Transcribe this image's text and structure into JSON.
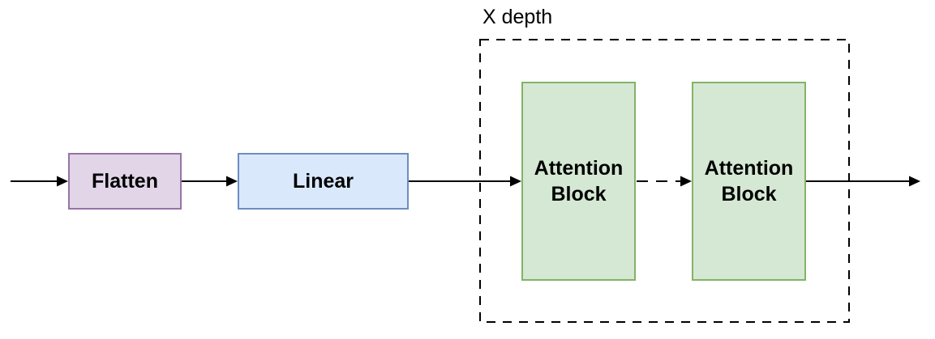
{
  "group": {
    "label": "X depth"
  },
  "nodes": [
    {
      "id": "flatten",
      "label": "Flatten",
      "fill": "#e1d5e7",
      "border": "#9673a6"
    },
    {
      "id": "linear",
      "label": "Linear",
      "fill": "#dae8fc",
      "border": "#6c8ebf"
    },
    {
      "id": "attention-block-1",
      "label": "Attention Block",
      "fill": "#d5e8d4",
      "border": "#82b366"
    },
    {
      "id": "attention-block-2",
      "label": "Attention Block",
      "fill": "#d5e8d4",
      "border": "#82b366"
    }
  ],
  "colors": {
    "arrow": "#000000",
    "group_border": "#000000",
    "text": "#000000",
    "background": "#ffffff"
  }
}
